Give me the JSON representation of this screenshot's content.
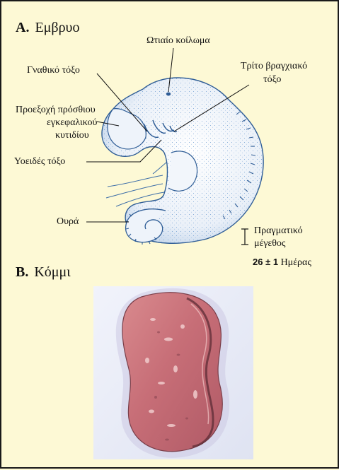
{
  "section_a": {
    "letter": "A.",
    "title": "Εμβρυο"
  },
  "section_b": {
    "letter": "B.",
    "title": "Κόμμι"
  },
  "labels": {
    "otic_pit": "Ωτιαίο κοίλωμα",
    "mandibular_arch": "Γναθικό τόξο",
    "third_arch_line1": "Τρίτο  βραγχιακό",
    "third_arch_line2": "τόξο",
    "forebrain_line1": "Προεξοχή πρόσθιου",
    "forebrain_line2": "εγκεφαλικού",
    "forebrain_line3": "κυτιδίου",
    "hyoid_arch": "Υοειδές τόξο",
    "tail": "Ουρά",
    "actual_size_line1": "Πραγματικό",
    "actual_size_line2": "μέγεθος",
    "age_number": "26 ± 1",
    "age_unit": "Ημέρας"
  },
  "colors": {
    "background": "#fdf9d5",
    "embryo_fill": "#eef3fa",
    "embryo_stipple": "#4c86c6",
    "bean_red": "#c86a74",
    "bean_shadow": "#7a3f4a",
    "photo_bg": "#e9ecf8"
  }
}
